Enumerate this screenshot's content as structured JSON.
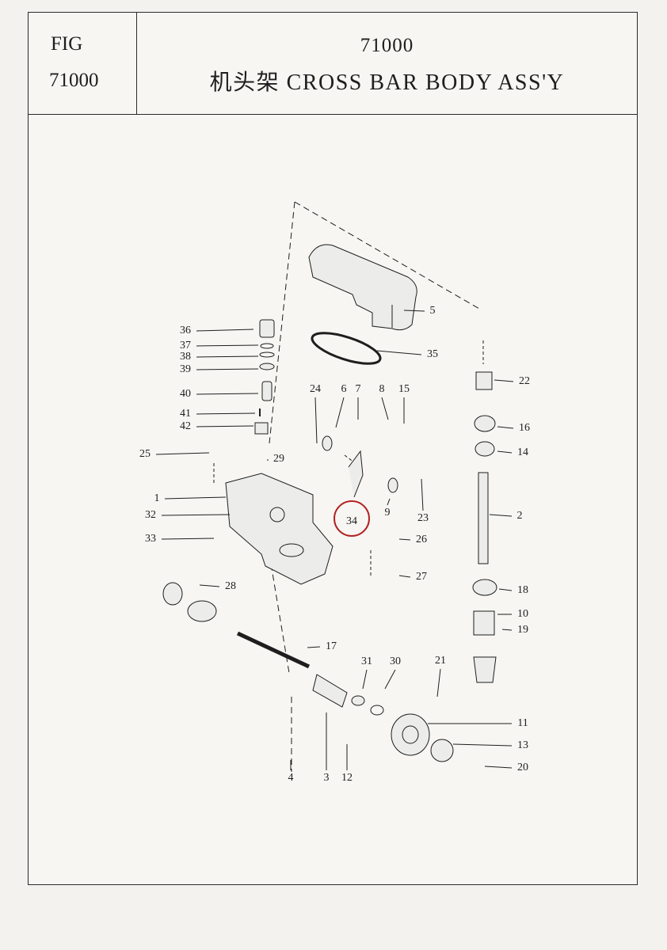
{
  "header": {
    "fig_label": "FIG",
    "fig_number": "71000",
    "title_number": "71000",
    "title_text": "机头架 CROSS BAR BODY ASS'Y"
  },
  "diagram": {
    "highlight_color": "#b22222",
    "line_color": "#1e1e1e",
    "callouts": [
      "1",
      "2",
      "3",
      "4",
      "5",
      "6",
      "7",
      "8",
      "9",
      "10",
      "11",
      "12",
      "13",
      "14",
      "15",
      "16",
      "17",
      "18",
      "19",
      "20",
      "21",
      "22",
      "23",
      "24",
      "25",
      "26",
      "27",
      "28",
      "29",
      "30",
      "31",
      "32",
      "33",
      "34",
      "35",
      "36",
      "37",
      "38",
      "39",
      "40",
      "41",
      "42"
    ],
    "highlighted_callout": "34"
  }
}
